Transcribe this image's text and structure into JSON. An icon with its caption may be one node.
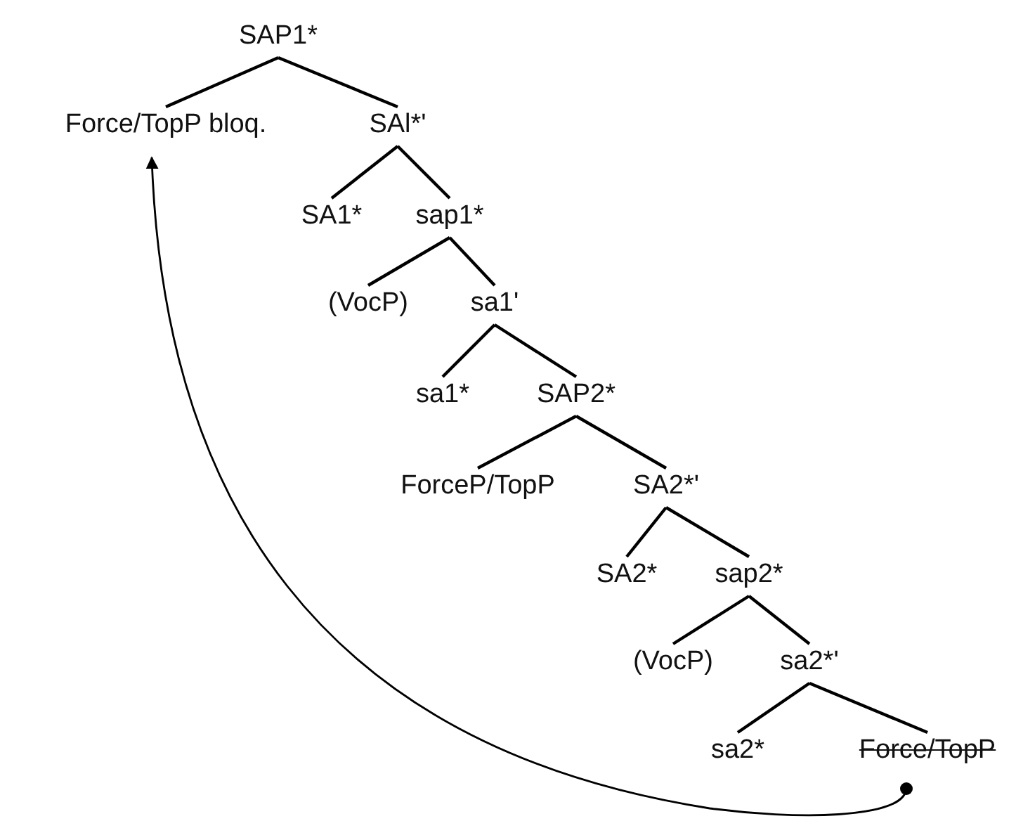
{
  "diagram": {
    "nodes": [
      {
        "text": [
          "SAP1*"
        ]
      },
      {
        "text": [
          "Force/TopP bloq."
        ]
      },
      {
        "text": [
          "SAl*'"
        ]
      },
      {
        "text": [
          "SA1*"
        ]
      },
      {
        "text": [
          "sap1*"
        ]
      },
      {
        "text": [
          "(VocP)"
        ]
      },
      {
        "text": [
          "sa1'"
        ]
      },
      {
        "text": [
          "sa1*"
        ]
      },
      {
        "text": [
          "SAP2*"
        ]
      },
      {
        "text": [
          "ForceP/TopP"
        ]
      },
      {
        "text": [
          "SA2*'"
        ]
      },
      {
        "text": [
          "SA2*"
        ]
      },
      {
        "text": [
          "sap2*"
        ]
      },
      {
        "text": [
          "(VocP)"
        ]
      },
      {
        "text": [
          "sa2*'"
        ]
      },
      {
        "text": [
          "sa2*"
        ]
      },
      {
        "text": [
          "Force/TopP"
        ]
      }
    ],
    "edges": [
      {
        "from": 0,
        "to": 1,
        "arrow": "none"
      },
      {
        "from": 0,
        "to": 2,
        "arrow": "none"
      },
      {
        "from": 2,
        "to": 3,
        "arrow": "none"
      },
      {
        "from": 2,
        "to": 4,
        "arrow": "none"
      },
      {
        "from": 4,
        "to": 5,
        "arrow": "none"
      },
      {
        "from": 4,
        "to": 6,
        "arrow": "none"
      },
      {
        "from": 6,
        "to": 7,
        "arrow": "none"
      },
      {
        "from": 6,
        "to": 8,
        "arrow": "none"
      },
      {
        "from": 8,
        "to": 9,
        "arrow": "none"
      },
      {
        "from": 8,
        "to": 10,
        "arrow": "none"
      },
      {
        "from": 10,
        "to": 11,
        "arrow": "none"
      },
      {
        "from": 10,
        "to": 12,
        "arrow": "none"
      },
      {
        "from": 12,
        "to": 13,
        "arrow": "none"
      },
      {
        "from": 12,
        "to": 14,
        "arrow": "none"
      },
      {
        "from": 14,
        "to": 15,
        "arrow": "none"
      },
      {
        "from": 14,
        "to": 16,
        "arrow": "none"
      },
      {
        "from": 16,
        "to": 1,
        "arrow": "to"
      }
    ]
  }
}
